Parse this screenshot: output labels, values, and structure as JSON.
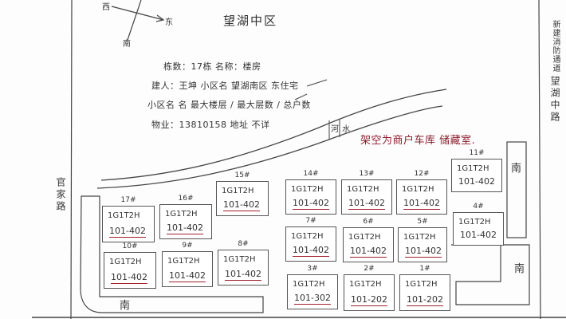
{
  "map": {
    "title": "望湖中区",
    "compass": {
      "west": "西",
      "east": "东",
      "south": "南"
    },
    "notes": [
      "栋数：17栋 名称：楼房",
      "建人：王坤 小区名 望湖南区 东住宅",
      "小区名 名 最大楼层 / 最大层数 / 总户数",
      "物业：13810158 地址 不详"
    ],
    "river_label": "河 水",
    "red_note": "架空为商户车库 储藏室.",
    "left_road": "官家路",
    "right_road_note": "新建消防通道",
    "right_road": "望湖中路",
    "south_labels": [
      "南",
      "南",
      "南"
    ],
    "buildings": [
      {
        "num": "17#",
        "type": "1G1T2H",
        "units": "101-402"
      },
      {
        "num": "16#",
        "type": "1G1T2H",
        "units": "101-402"
      },
      {
        "num": "15#",
        "type": "1G1T2H",
        "units": "101-402"
      },
      {
        "num": "14#",
        "type": "1G1T2H",
        "units": "101-402"
      },
      {
        "num": "13#",
        "type": "1G1T2H",
        "units": "101-402"
      },
      {
        "num": "12#",
        "type": "1G1T2H",
        "units": "101-402"
      },
      {
        "num": "11#",
        "type": "1G1T2H",
        "units": "101-402"
      },
      {
        "num": "10#",
        "type": "1G1T2H",
        "units": "101-402"
      },
      {
        "num": "9#",
        "type": "1G1T2H",
        "units": "101-402"
      },
      {
        "num": "8#",
        "type": "1G1T2H",
        "units": "101-402"
      },
      {
        "num": "7#",
        "type": "1G1T2H",
        "units": "101-402"
      },
      {
        "num": "6#",
        "type": "1G1T2H",
        "units": "101-402"
      },
      {
        "num": "5#",
        "type": "1G1T2H",
        "units": "101-402"
      },
      {
        "num": "4#",
        "type": "1G1T2H",
        "units": "101-402"
      },
      {
        "num": "3#",
        "type": "1G1T2H",
        "units": "101-302"
      },
      {
        "num": "2#",
        "type": "1G1T2H",
        "units": "101-202"
      },
      {
        "num": "1#",
        "type": "1G1T2H",
        "units": "101-202"
      }
    ],
    "colors": {
      "ink": "#333333",
      "red_ink": "#8b1c2a",
      "underline": "#a3202f"
    }
  }
}
